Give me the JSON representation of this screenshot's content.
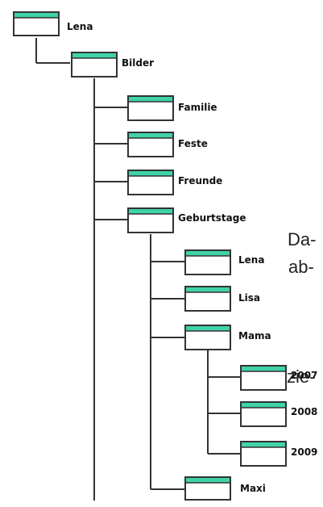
{
  "colors": {
    "folder_fill": "#ffffff",
    "folder_stripe": "#3fd3a8",
    "folder_outline": "#333333",
    "tree_line": "#333333"
  },
  "body_text": {
    "line1": "Da-",
    "line2": "ab-",
    "line3": "zie-"
  },
  "tree": {
    "root": {
      "label": "Lena",
      "icon": "folder-icon"
    },
    "bilder": {
      "label": "Bilder",
      "icon": "folder-icon"
    },
    "bilder_children": [
      {
        "label": "Familie"
      },
      {
        "label": "Feste"
      },
      {
        "label": "Freunde"
      },
      {
        "label": "Geburtstage"
      }
    ],
    "geburtstage_children": [
      {
        "label": "Lena"
      },
      {
        "label": "Lisa"
      },
      {
        "label": "Mama"
      },
      {
        "label": "Maxi"
      }
    ],
    "mama_children": [
      {
        "label": "2007"
      },
      {
        "label": "2008"
      },
      {
        "label": "2009"
      }
    ]
  }
}
